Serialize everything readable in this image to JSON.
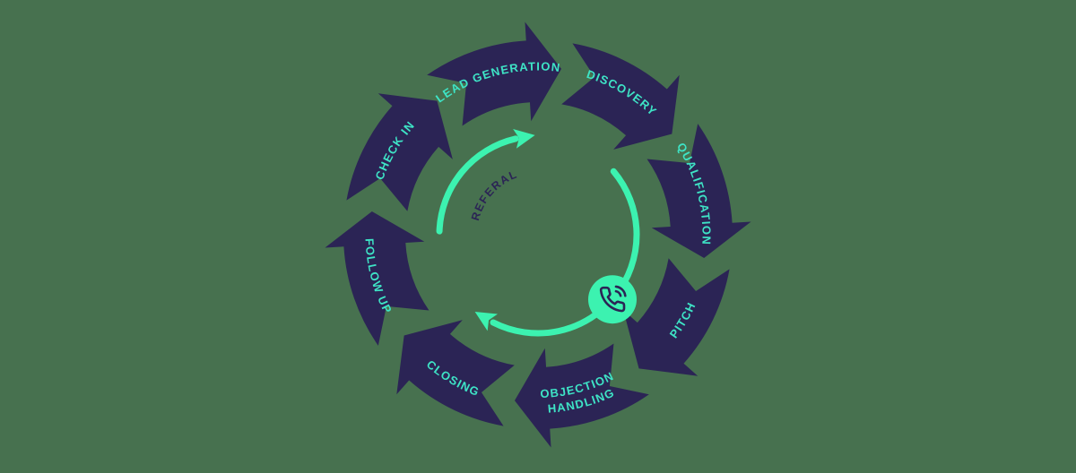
{
  "canvas": {
    "background_color": "#47714F"
  },
  "diagram": {
    "type": "cycle-diagram",
    "direction": "clockwise",
    "colors": {
      "ring": "#2B2455",
      "stage_label": "#3EE4C6",
      "inner_loop": "#3CF2B0",
      "referral_label": "#2B2455",
      "icon_badge_fill": "#3CF2B0",
      "icon_stroke": "#2B2455"
    },
    "outer_ring": {
      "stages": [
        {
          "label": "LEAD GENERATION"
        },
        {
          "label": "DISCOVERY"
        },
        {
          "label": "QUALIFICATION"
        },
        {
          "label": "PITCH"
        },
        {
          "label": "OBJECTION HANDLING",
          "lines": [
            "OBJECTION",
            "HANDLING"
          ]
        },
        {
          "label": "CLOSING"
        },
        {
          "label": "FOLLOW UP"
        },
        {
          "label": "CHECK IN"
        }
      ]
    },
    "inner_loop": {
      "label": "REFERAL",
      "icon": "phone-call-icon"
    }
  }
}
